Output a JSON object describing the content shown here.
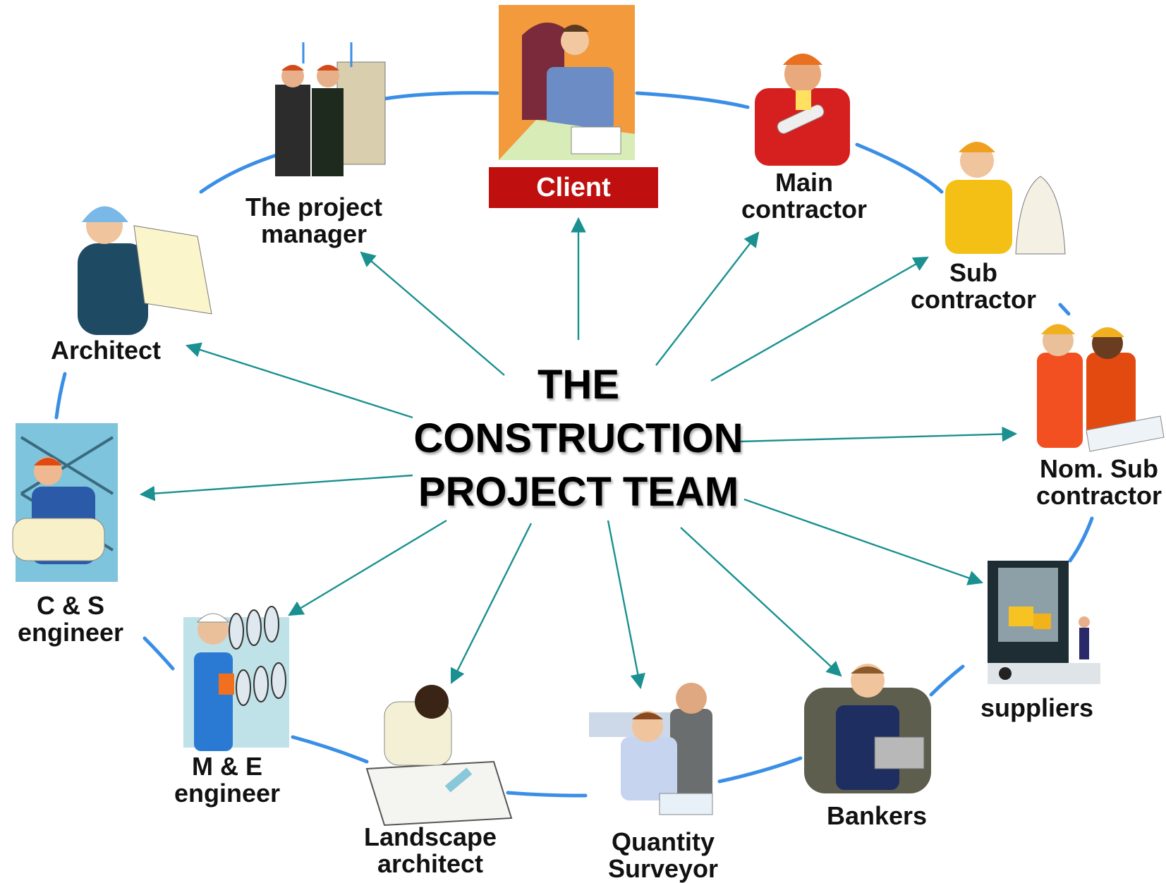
{
  "title": {
    "line1": "THE",
    "line2": "CONSTRUCTION",
    "line3": "PROJECT TEAM"
  },
  "colors": {
    "ring": "#3a8ee6",
    "arrow": "#1a9090",
    "client_box": "#c00f0f",
    "client_bg": "#f39a3c"
  },
  "members": {
    "client": {
      "label": "Client",
      "icon": "businessman-at-desk-icon"
    },
    "project_manager": {
      "line1": "The project",
      "line2": "manager",
      "icon": "managers-with-building-icon"
    },
    "main_contractor": {
      "line1": "Main",
      "line2": "contractor",
      "icon": "worker-on-phone-icon"
    },
    "sub_contractor": {
      "line1": "Sub",
      "line2": "contractor",
      "icon": "hardhat-woman-on-phone-icon"
    },
    "nom_sub_contractor": {
      "line1": "Nom. Sub",
      "line2": "contractor",
      "icon": "two-workers-in-vests-icon"
    },
    "suppliers": {
      "label": "suppliers",
      "icon": "delivery-truck-icon"
    },
    "bankers": {
      "label": "Bankers",
      "icon": "banker-with-laptop-icon"
    },
    "quantity_surveyor": {
      "line1": "Quantity",
      "line2": "Surveyor",
      "icon": "two-men-at-desk-icon"
    },
    "landscape_architect": {
      "line1": "Landscape",
      "line2": "architect",
      "icon": "man-drafting-icon"
    },
    "me_engineer": {
      "line1": "M & E",
      "line2": "engineer",
      "icon": "engineer-at-control-panel-icon"
    },
    "cs_engineer": {
      "line1": "C & S",
      "line2": "engineer",
      "icon": "engineer-with-blueprint-icon"
    },
    "architect": {
      "label": "Architect",
      "icon": "architect-reading-plans-icon"
    }
  }
}
